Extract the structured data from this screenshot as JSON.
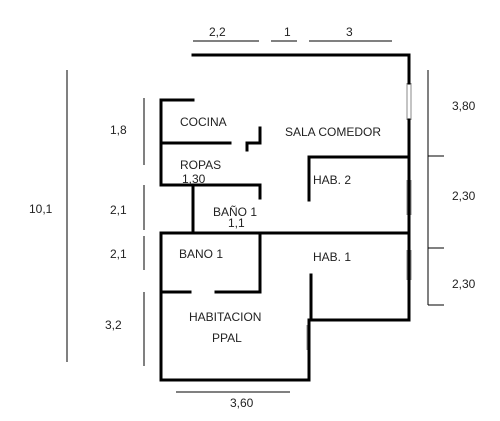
{
  "rooms": {
    "cocina": "COCINA",
    "sala_comedor": "SALA COMEDOR",
    "ropas": "ROPAS",
    "hab2": "HAB. 2",
    "bano_1_upper": "BAÑO 1",
    "bano_1_lower": "BANO 1",
    "hab1": "HAB. 1",
    "habitacion": "HABITACION",
    "ppal": "PPAL"
  },
  "dimensions": {
    "top_left": "2,2",
    "top_mid": "1",
    "top_right": "3",
    "left_total": "10,1",
    "left_1": "1,8",
    "left_2": "2,1",
    "left_3": "2,1",
    "left_4": "3,2",
    "ropas_width": "1,30",
    "bano_width": "1,1",
    "right_1": "3,80",
    "right_2": "2,30",
    "right_3": "2,30",
    "bottom": "3,60"
  }
}
